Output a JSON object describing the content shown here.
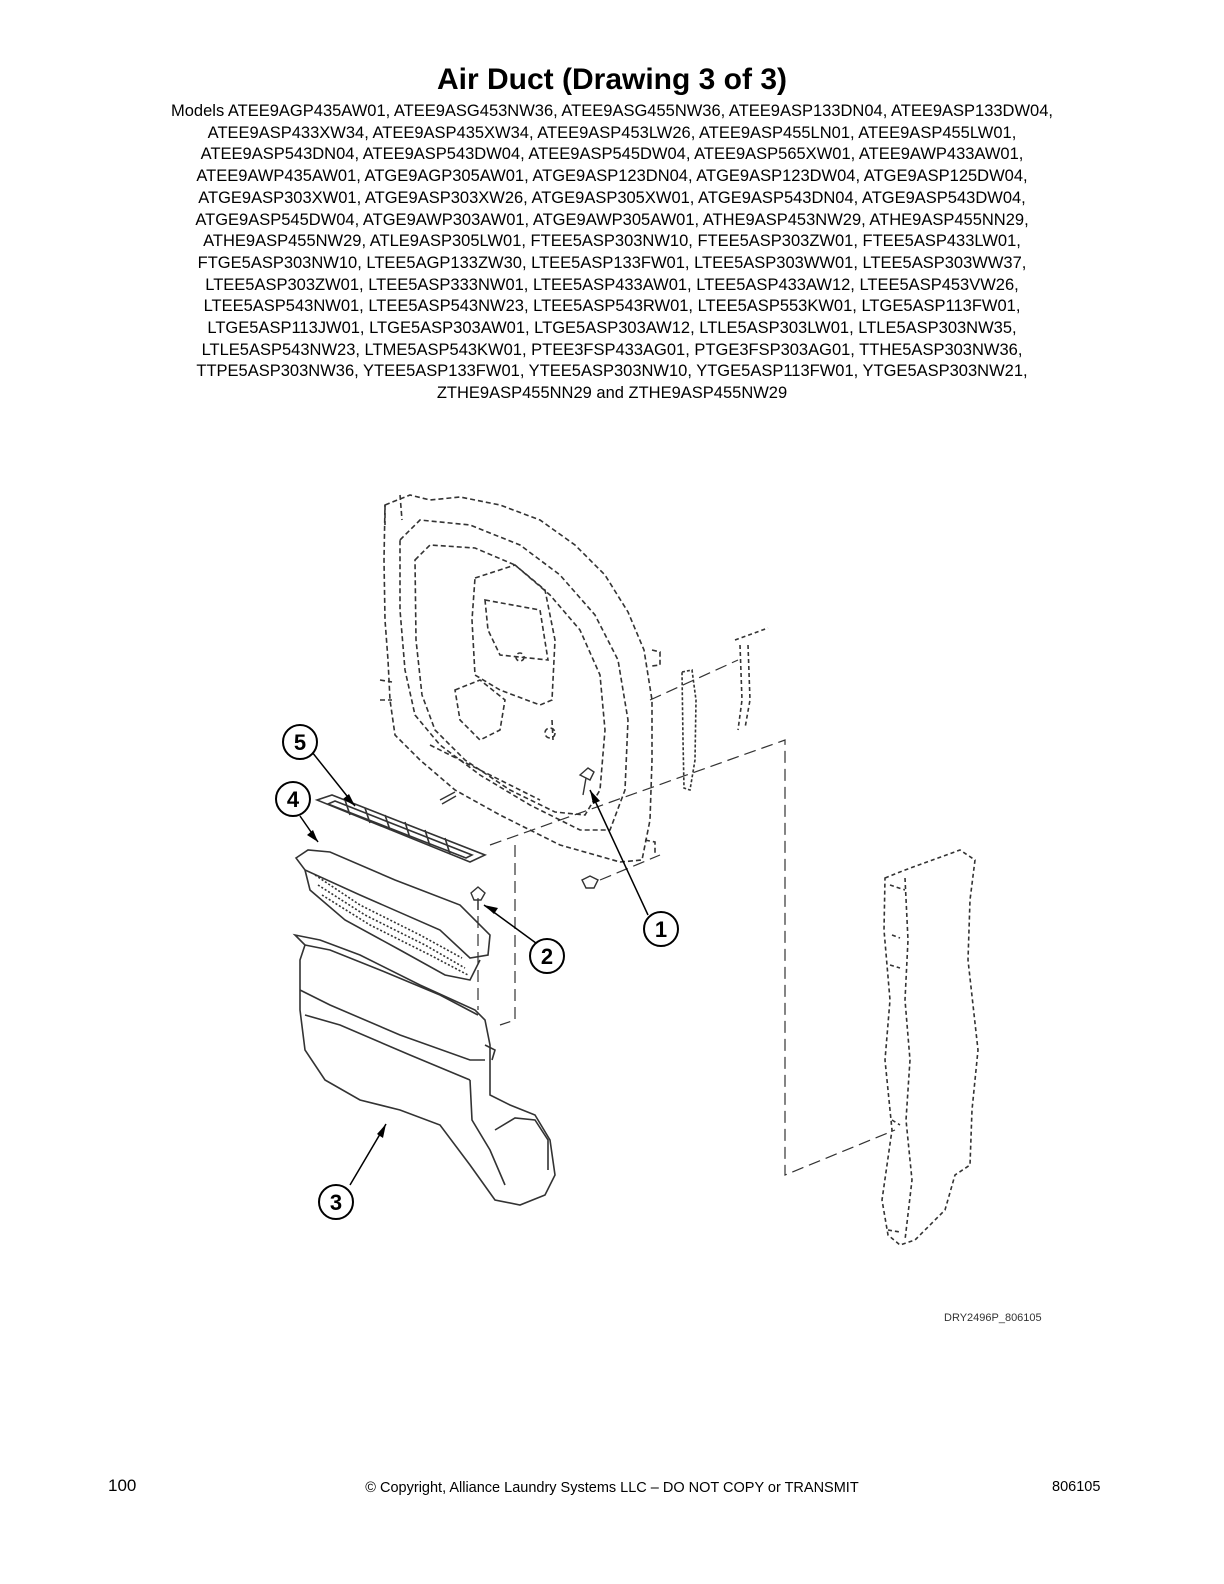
{
  "page": {
    "title": "Air Duct (Drawing 3 of 3)",
    "models_lines": [
      "Models ATEE9AGP435AW01, ATEE9ASG453NW36, ATEE9ASG455NW36, ATEE9ASP133DN04, ATEE9ASP133DW04,",
      "ATEE9ASP433XW34, ATEE9ASP435XW34, ATEE9ASP453LW26, ATEE9ASP455LN01, ATEE9ASP455LW01,",
      "ATEE9ASP543DN04, ATEE9ASP543DW04, ATEE9ASP545DW04, ATEE9ASP565XW01, ATEE9AWP433AW01,",
      "ATEE9AWP435AW01, ATGE9AGP305AW01, ATGE9ASP123DN04, ATGE9ASP123DW04, ATGE9ASP125DW04,",
      "ATGE9ASP303XW01, ATGE9ASP303XW26, ATGE9ASP305XW01, ATGE9ASP543DN04, ATGE9ASP543DW04,",
      "ATGE9ASP545DW04, ATGE9AWP303AW01, ATGE9AWP305AW01, ATHE9ASP453NW29, ATHE9ASP455NN29,",
      "ATHE9ASP455NW29, ATLE9ASP305LW01, FTEE5ASP303NW10, FTEE5ASP303ZW01, FTEE5ASP433LW01,",
      "FTGE5ASP303NW10, LTEE5AGP133ZW30, LTEE5ASP133FW01, LTEE5ASP303WW01, LTEE5ASP303WW37,",
      "LTEE5ASP303ZW01, LTEE5ASP333NW01, LTEE5ASP433AW01, LTEE5ASP433AW12, LTEE5ASP453VW26,",
      "LTEE5ASP543NW01, LTEE5ASP543NW23, LTEE5ASP543RW01, LTEE5ASP553KW01, LTGE5ASP113FW01,",
      "LTGE5ASP113JW01, LTGE5ASP303AW01, LTGE5ASP303AW12, LTLE5ASP303LW01, LTLE5ASP303NW35,",
      "LTLE5ASP543NW23, LTME5ASP543KW01, PTEE3FSP433AG01, PTGE3FSP303AG01, TTHE5ASP303NW36,",
      "TTPE5ASP303NW36, YTEE5ASP133FW01, YTEE5ASP303NW10, YTGE5ASP113FW01, YTGE5ASP303NW21,",
      "ZTHE9ASP455NN29 and ZTHE9ASP455NW29"
    ]
  },
  "diagram": {
    "callouts": [
      "1",
      "2",
      "3",
      "4",
      "5"
    ],
    "drawing_id": "DRY2496P_806105"
  },
  "footer": {
    "page_number": "100",
    "copyright": "© Copyright, Alliance Laundry Systems LLC – DO NOT COPY or TRANSMIT",
    "doc_number": "806105"
  }
}
